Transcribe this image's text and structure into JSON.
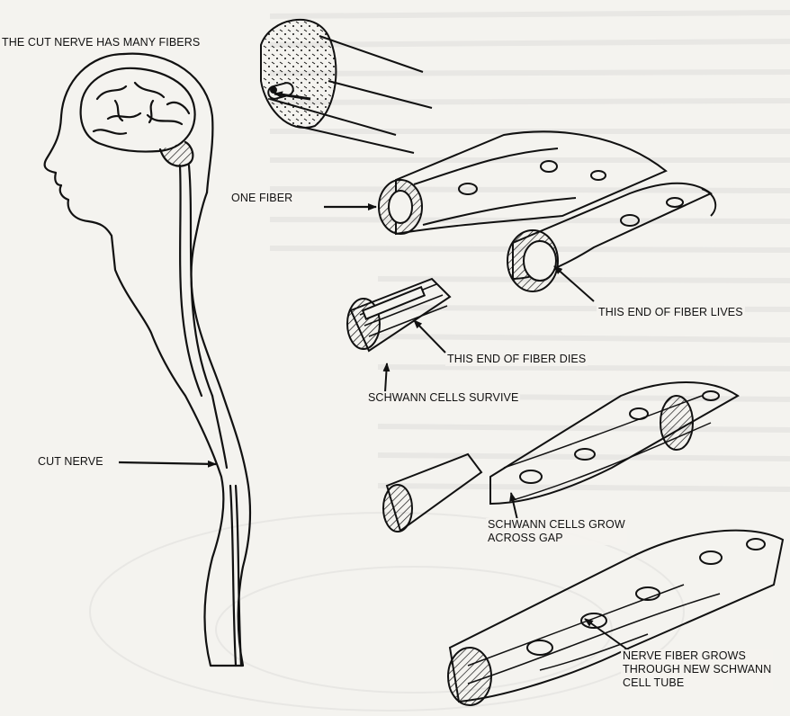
{
  "labels": {
    "cut_nerve_many_fibers": "THE CUT NERVE HAS MANY FIBERS",
    "one_fiber": "ONE FIBER",
    "end_lives": "THIS END OF FIBER LIVES",
    "end_dies": "THIS END OF FIBER DIES",
    "schwann_survive": "SCHWANN CELLS SURVIVE",
    "cut_nerve": "CUT NERVE",
    "schwann_grow": [
      "SCHWANN CELLS GROW",
      "ACROSS GAP"
    ],
    "fiber_grows": [
      "NERVE FIBER GROWS",
      "THROUGH NEW SCHWANN",
      "CELL TUBE"
    ]
  },
  "colors": {
    "ink": "#111111",
    "paper": "#f4f3ef",
    "bleed_text": "#8a8a8a"
  }
}
